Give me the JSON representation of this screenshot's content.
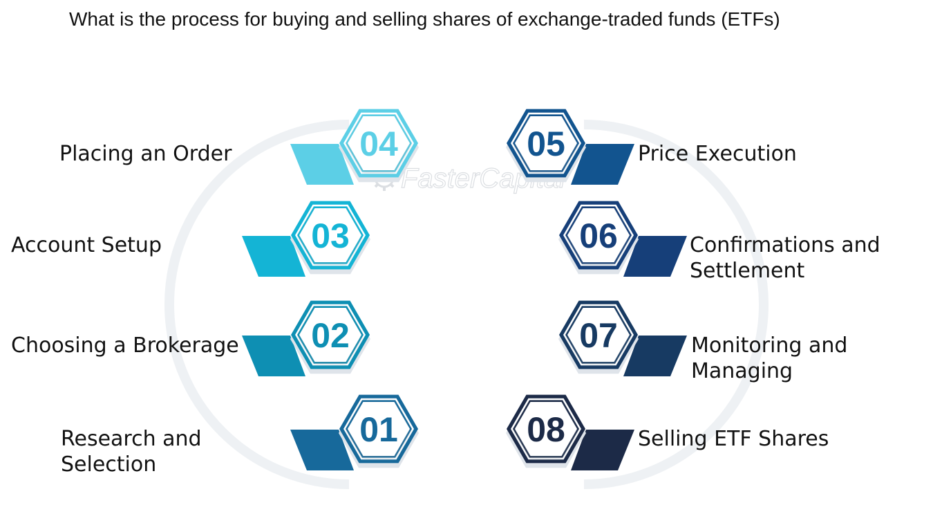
{
  "title": "What is the process for buying and selling shares of exchange-traded funds (ETFs)",
  "watermark": {
    "text": "FasterCapital",
    "icon": "gear-icon"
  },
  "steps": [
    {
      "number": "01",
      "label": "Research and\nSelection",
      "color": "#17699b"
    },
    {
      "number": "02",
      "label": "Choosing a Brokerage",
      "color": "#0e8fb3"
    },
    {
      "number": "03",
      "label": "Account Setup",
      "color": "#14b4d5"
    },
    {
      "number": "04",
      "label": "Placing an Order",
      "color": "#5ccfe6"
    },
    {
      "number": "05",
      "label": "Price Execution",
      "color": "#12548f"
    },
    {
      "number": "06",
      "label": "Confirmations and\nSettlement",
      "color": "#163f79"
    },
    {
      "number": "07",
      "label": "Monitoring and\nManaging",
      "color": "#173a62"
    },
    {
      "number": "08",
      "label": "Selling ETF Shares",
      "color": "#1c2a47"
    }
  ]
}
